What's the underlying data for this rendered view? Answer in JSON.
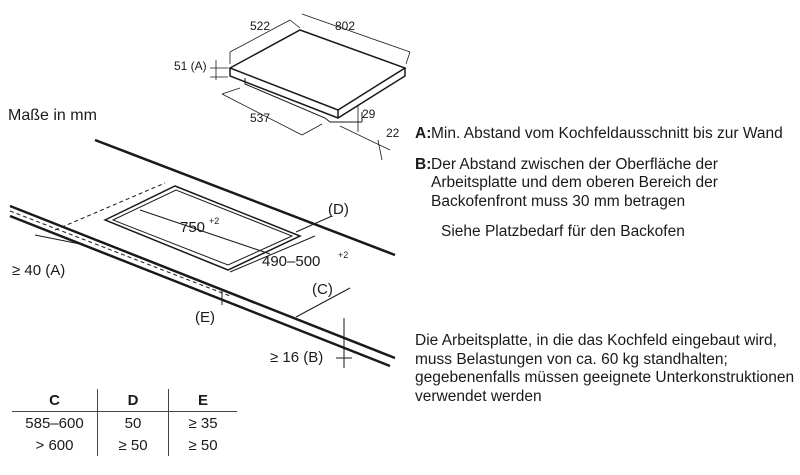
{
  "dimensions": {
    "depth": "522",
    "width": "802",
    "height_a": "51 (A)",
    "inner_width": "537",
    "thickness": "29",
    "offset": "22"
  },
  "units_label": "Maße in mm",
  "cutout": {
    "width_label": "750",
    "width_tol": "+2",
    "depth_label": "490–500",
    "depth_tol": "+2",
    "d_label": "(D)",
    "c_label": "(C)",
    "e_label": "(E)",
    "a_label": "≥ 40 (A)",
    "b_label": "≥ 16 (B)"
  },
  "notes": [
    {
      "key": "A:",
      "text": "Min. Abstand vom Kochfeldausschnitt bis zur Wand"
    },
    {
      "key": "B:",
      "text": "Der Abstand zwischen der Oberfläche der Arbeitsplatte und dem oberen Bereich der Backofenfront muss 30 mm betragen"
    }
  ],
  "oven_note": "Siehe Platzbedarf für den Backofen",
  "countertop_note": "Die Arbeitsplatte, in die das Kochfeld eingebaut wird, muss Belastungen von ca. 60 kg standhalten; gegebenenfalls müssen geeignete Unterkonstruktionen verwendet werden",
  "table": {
    "headers": [
      "C",
      "D",
      "E"
    ],
    "rows": [
      [
        "585–600",
        "50",
        "≥ 35"
      ],
      [
        "> 600",
        "≥ 50",
        "≥ 50"
      ]
    ]
  }
}
